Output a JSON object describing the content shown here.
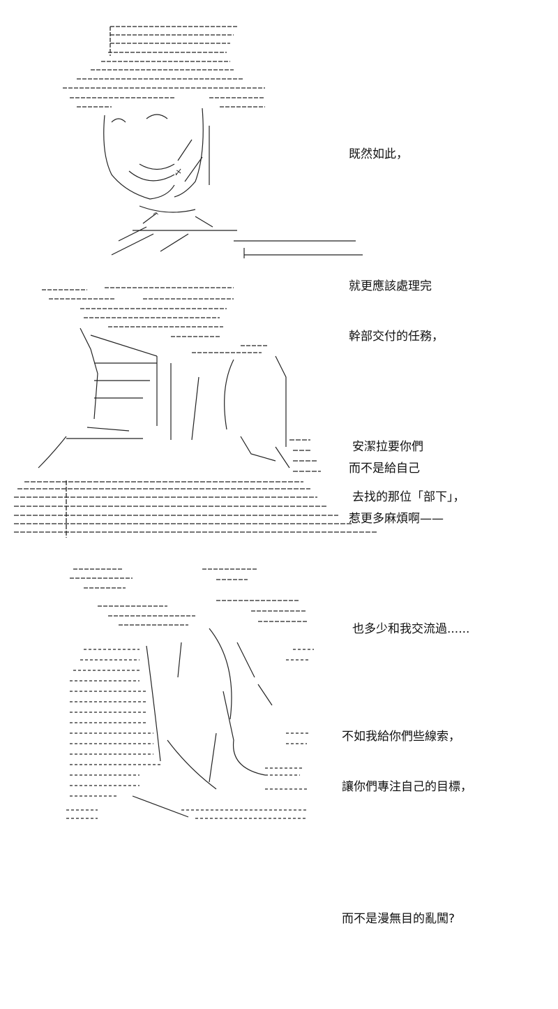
{
  "panels": [
    {
      "dialogue": [
        [
          "既然如此，"
        ],
        [
          "就更應該處理完",
          "幹部交付的任務，"
        ],
        [
          "而不是給自己",
          "惹更多麻煩啊——"
        ]
      ]
    },
    {
      "dialogue": [
        [
          "安潔拉要你們",
          "去找的那位「部下」，"
        ],
        [
          "也多少和我交流過......"
        ]
      ]
    },
    {
      "dialogue": [
        [
          "不如我給你們些線索，",
          "讓你們專注自己的目標，"
        ],
        [
          "而不是漫無目的亂闖?"
        ]
      ]
    }
  ]
}
